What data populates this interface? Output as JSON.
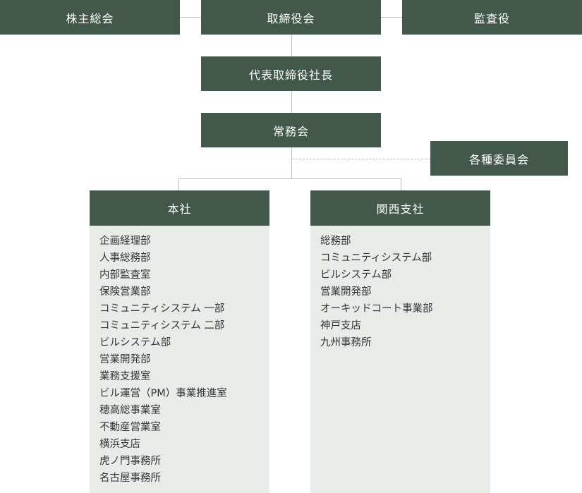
{
  "boxes": {
    "shareholders": "株主総会",
    "board": "取締役会",
    "auditor": "監査役",
    "president": "代表取締役社長",
    "executive": "常務会",
    "committees": "各種委員会",
    "head_office": "本社",
    "kansai": "関西支社"
  },
  "head_office_departments": [
    "企画経理部",
    "人事総務部",
    "内部監査室",
    "保険営業部",
    "コミュニティシステム 一部",
    "コミュニティシステム 二部",
    "ビルシステム部",
    "営業開発部",
    "業務支援室",
    "ビル運営（PM）事業推進室",
    "穂高総事業室",
    "不動産営業室",
    "横浜支店",
    "虎ノ門事務所",
    "名古屋事務所"
  ],
  "kansai_departments": [
    "総務部",
    "コミュニティシステム部",
    "ビルシステム部",
    "営業開発部",
    "オーキッドコート事業部",
    "神戸支店",
    "九州事務所"
  ]
}
